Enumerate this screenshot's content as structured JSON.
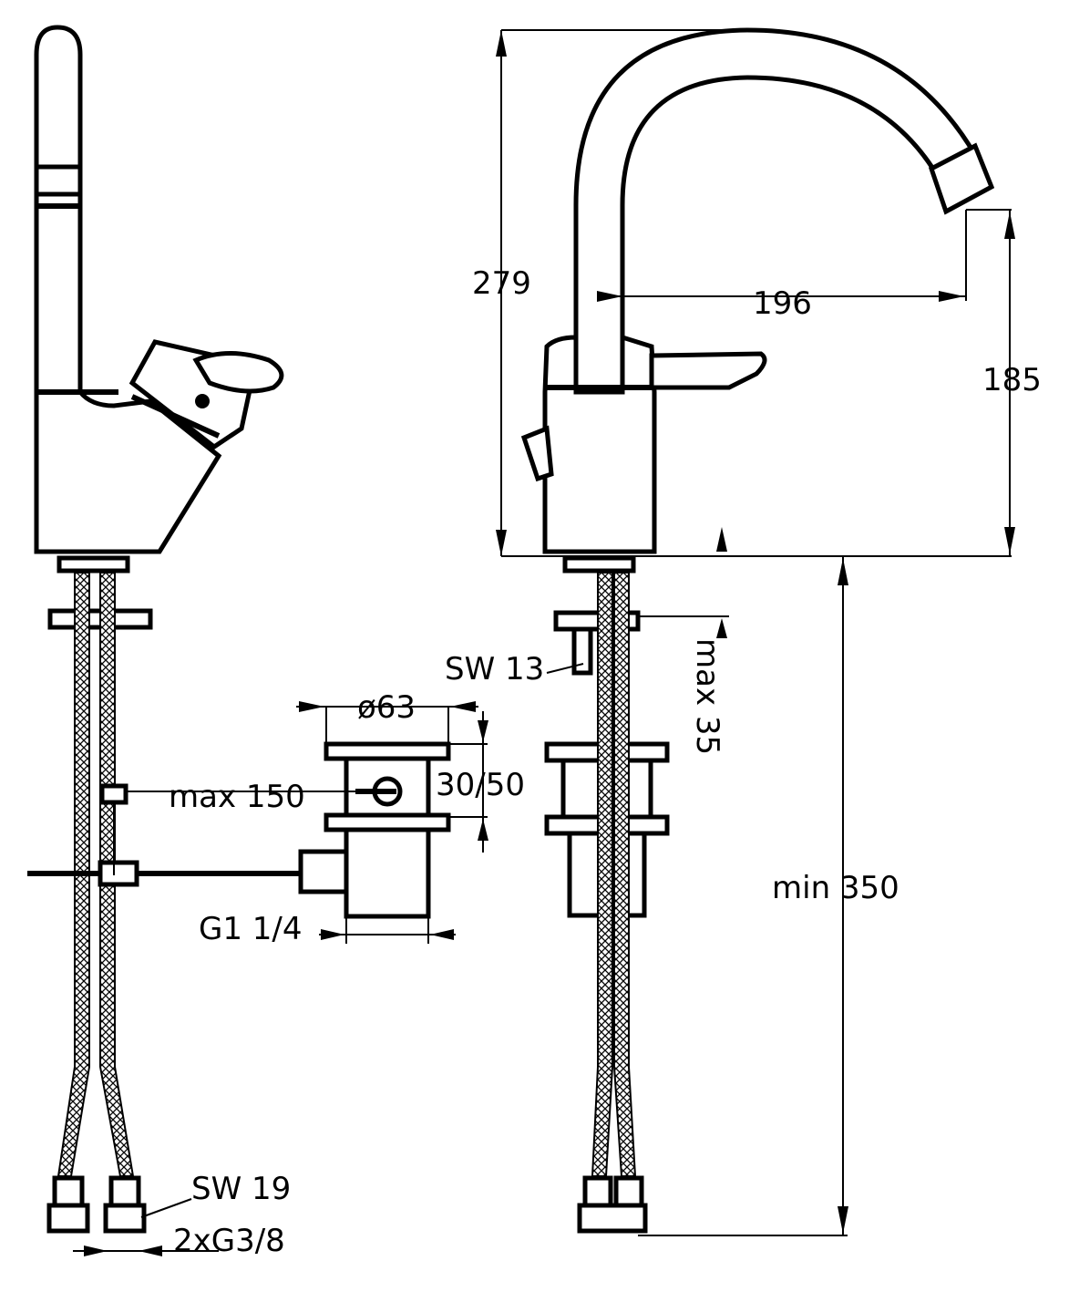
{
  "dimensions": {
    "height_total": "279",
    "spout_reach": "196",
    "spout_height": "185",
    "sw13": "SW 13",
    "max35": "max 35",
    "diameter": "ø63",
    "range_30_50": "30/50",
    "max150": "max 150",
    "min350": "min 350",
    "g114": "G1 1/4",
    "sw19": "SW 19",
    "g38": "2xG3/8"
  }
}
